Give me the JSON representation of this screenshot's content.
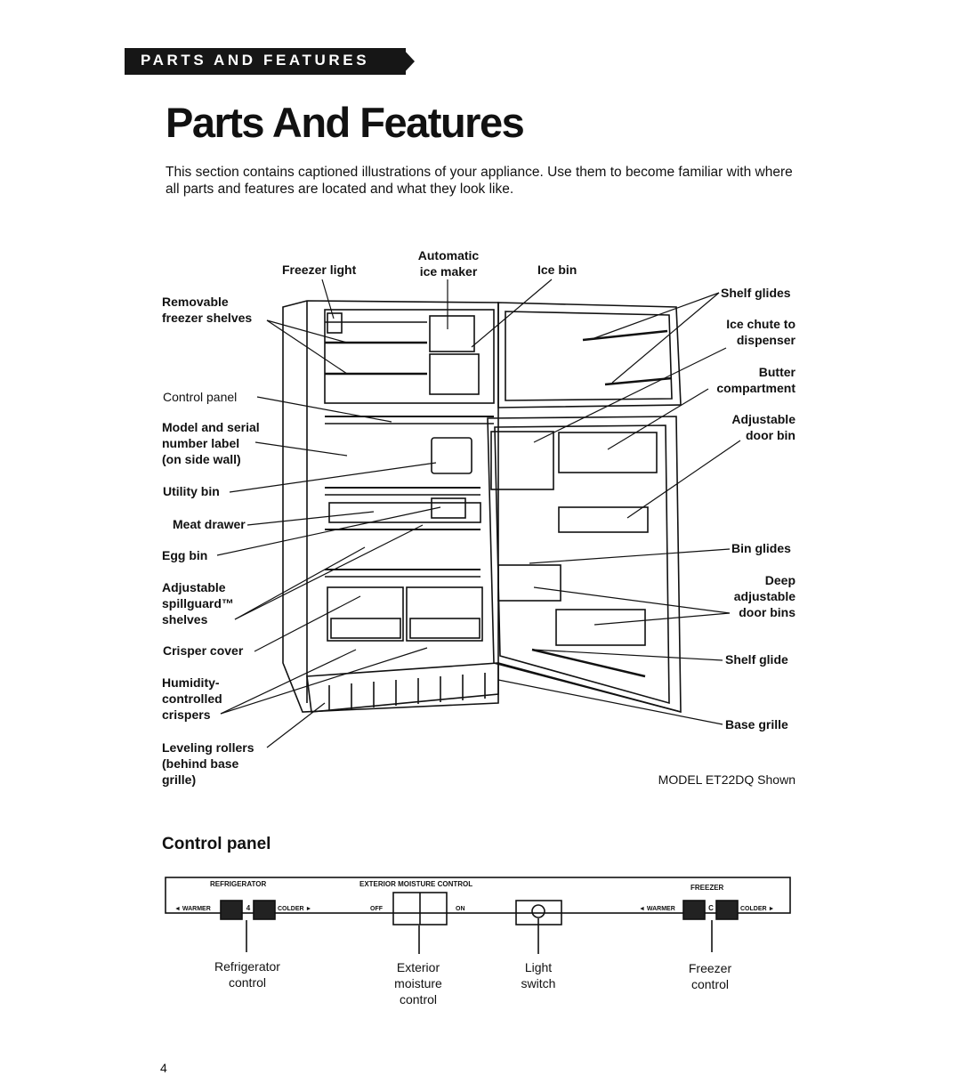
{
  "header": {
    "section_banner": "PARTS AND FEATURES",
    "title": "Parts And Features",
    "intro": "This section contains captioned illustrations of your appliance. Use them to become familiar with where all parts and features are located and what they look like."
  },
  "callouts": {
    "freezer_light": "Freezer light",
    "automatic_ice_maker": "Automatic\nice maker",
    "ice_bin": "Ice bin",
    "removable_freezer_shelves": "Removable\nfreezer shelves",
    "control_panel": "Control panel",
    "model_serial_label": "Model and serial\nnumber label\n(on side wall)",
    "utility_bin": "Utility bin",
    "meat_drawer": "Meat drawer",
    "egg_bin": "Egg bin",
    "spillguard_shelves": "Adjustable\nspillguard™\nshelves",
    "crisper_cover": "Crisper cover",
    "humidity_crispers": "Humidity-\ncontrolled\ncrispers",
    "leveling_rollers": "Leveling rollers\n(behind base\ngrille)",
    "shelf_glides_top": "Shelf glides",
    "ice_chute": "Ice chute to\ndispenser",
    "butter_compartment": "Butter\ncompartment",
    "adjustable_door_bin": "Adjustable\ndoor bin",
    "bin_glides": "Bin glides",
    "deep_door_bins": "Deep\nadjustable\ndoor bins",
    "shelf_glide": "Shelf glide",
    "base_grille": "Base grille",
    "model_shown": "MODEL ET22DQ Shown"
  },
  "control_panel": {
    "heading": "Control panel",
    "refrigerator_title": "REFRIGERATOR",
    "refrigerator_warmer": "◄ WARMER",
    "refrigerator_setting": "4",
    "refrigerator_colder": "COLDER ►",
    "moisture_title": "EXTERIOR MOISTURE CONTROL",
    "moisture_off": "OFF",
    "moisture_on": "ON",
    "freezer_title": "FREEZER",
    "freezer_warmer": "◄ WARMER",
    "freezer_setting": "C",
    "freezer_colder": "COLDER ►",
    "captions": {
      "refrigerator_control": "Refrigerator\ncontrol",
      "exterior_moisture_control": "Exterior\nmoisture\ncontrol",
      "light_switch": "Light\nswitch",
      "freezer_control": "Freezer\ncontrol"
    }
  },
  "page_number": "4"
}
